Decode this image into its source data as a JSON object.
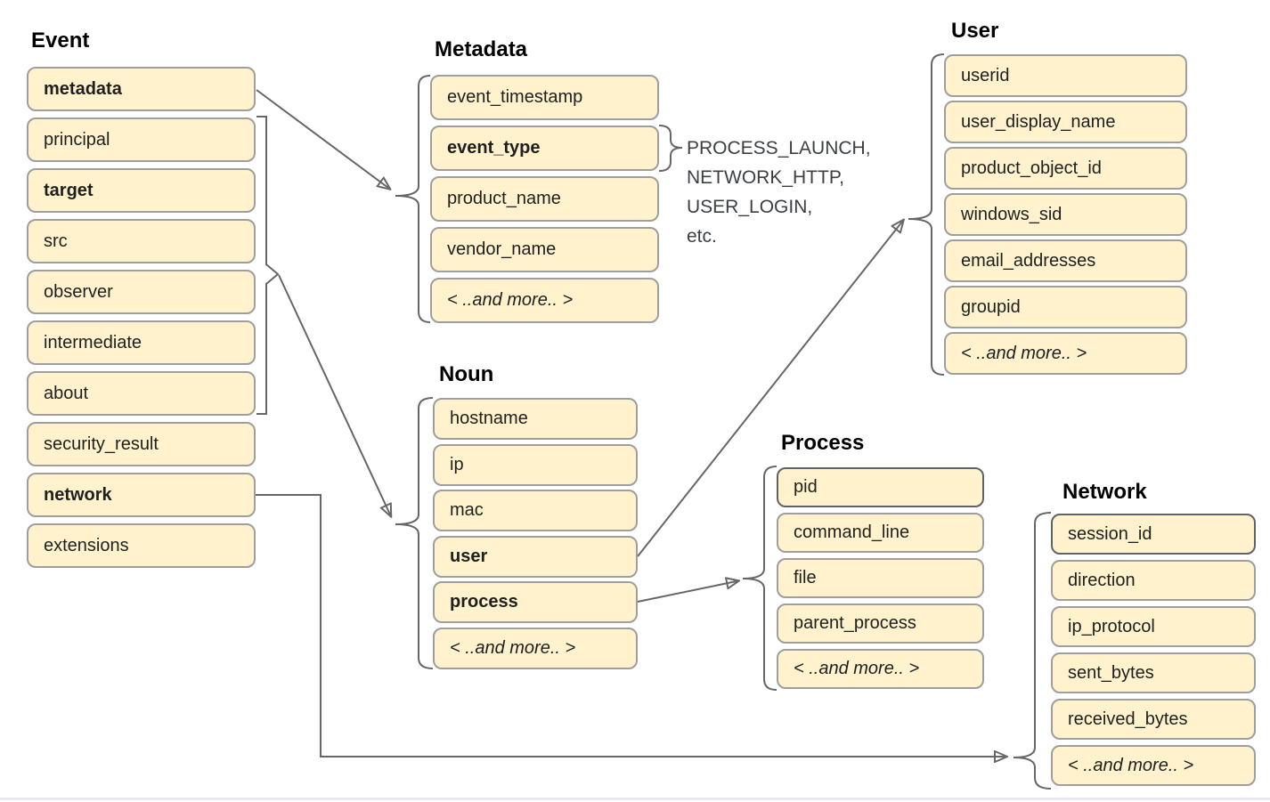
{
  "groups": {
    "event": {
      "title": "Event",
      "items": [
        "metadata",
        "principal",
        "target",
        "src",
        "observer",
        "intermediate",
        "about",
        "security_result",
        "network",
        "extensions"
      ]
    },
    "metadata": {
      "title": "Metadata",
      "items": [
        "event_timestamp",
        "event_type",
        "product_name",
        "vendor_name",
        "< ..and more.. >"
      ]
    },
    "noun": {
      "title": "Noun",
      "items": [
        "hostname",
        "ip",
        "mac",
        "user",
        "process",
        "< ..and more.. >"
      ]
    },
    "user": {
      "title": "User",
      "items": [
        "userid",
        "user_display_name",
        "product_object_id",
        "windows_sid",
        "email_addresses",
        "groupid",
        "< ..and more.. >"
      ]
    },
    "process": {
      "title": "Process",
      "items": [
        "pid",
        "command_line",
        "file",
        "parent_process",
        "< ..and more.. >"
      ]
    },
    "network": {
      "title": "Network",
      "items": [
        "session_id",
        "direction",
        "ip_protocol",
        "sent_bytes",
        "received_bytes",
        "< ..and more.. >"
      ]
    }
  },
  "event_type_values": {
    "lines": [
      "PROCESS_LAUNCH,",
      "NETWORK_HTTP,",
      "USER_LOGIN,",
      "etc."
    ]
  },
  "colors": {
    "box_fill": "#FFF2CC",
    "box_border": "#9E9E9E",
    "box_border_strong": "#5F6368",
    "connector": "#666666",
    "label_text": "#1F1F1F",
    "divider": "#E7E9EC"
  }
}
